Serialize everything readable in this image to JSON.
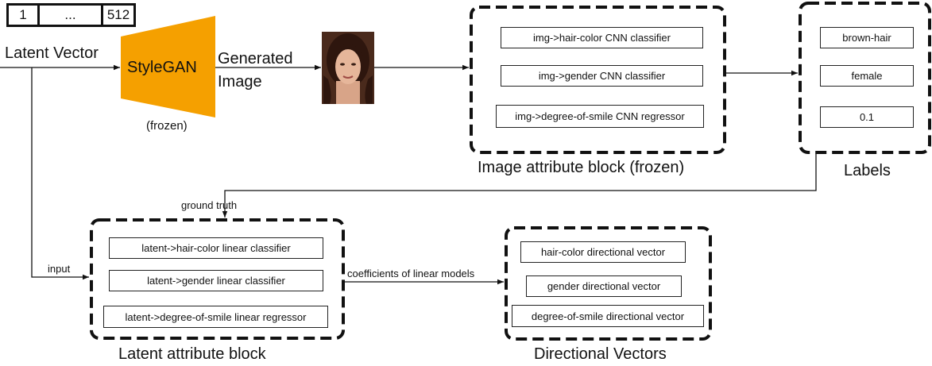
{
  "latent_vector": {
    "cells": [
      "1",
      "...",
      "512"
    ],
    "label": "Latent Vector"
  },
  "generator": {
    "name": "StyleGAN",
    "note": "(frozen)",
    "fill_color": "#F5A000",
    "output_label_line1": "Generated",
    "output_label_line2": "Image"
  },
  "face_image": {
    "icon": "face-photo-icon"
  },
  "image_attribute_block": {
    "title": "Image attribute block (frozen)",
    "items": [
      "img->hair-color CNN classifier",
      "img->gender CNN classifier",
      "img->degree-of-smile CNN regressor"
    ]
  },
  "labels_block": {
    "title": "Labels",
    "items": [
      "brown-hair",
      "female",
      "0.1"
    ]
  },
  "latent_attribute_block": {
    "title": "Latent attribute block",
    "items": [
      "latent->hair-color linear classifier",
      "latent->gender linear classifier",
      "latent->degree-of-smile linear regressor"
    ]
  },
  "directional_vectors_block": {
    "title": "Directional Vectors",
    "items": [
      "hair-color directional vector",
      "gender directional vector",
      "degree-of-smile directional vector"
    ]
  },
  "edge_labels": {
    "ground_truth": "ground truth",
    "input": "input",
    "coefficients": "coefficients of linear models"
  }
}
